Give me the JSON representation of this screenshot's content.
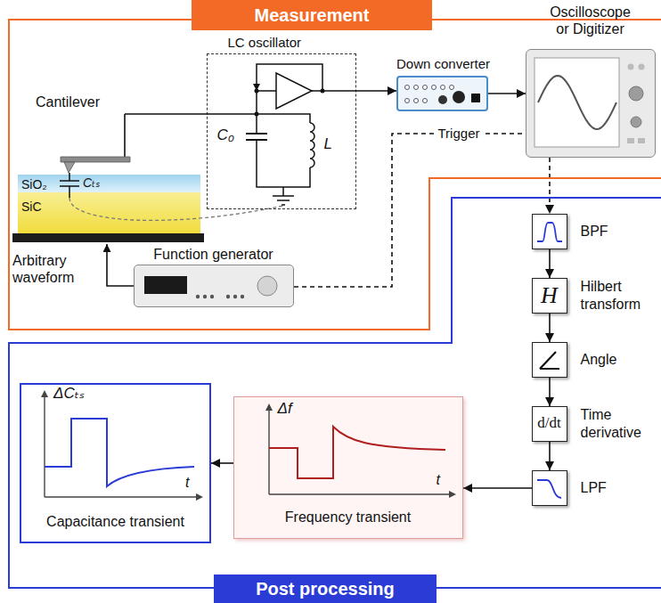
{
  "diagram": {
    "nodes": [
      {
        "text": [
          "Measurement"
        ]
      },
      {
        "text": [
          "LC oscillator",
          "C₀",
          "L"
        ],
        "in": 0
      },
      {
        "text": [
          "Down converter"
        ],
        "in": 0
      },
      {
        "text": [
          "Oscilloscope or Digitizer"
        ],
        "in": 0
      },
      {
        "text": [
          "Function generator"
        ],
        "in": 0
      },
      {
        "text": [
          "Post processing"
        ]
      },
      {
        "text": [
          "BPF"
        ],
        "in": 5
      },
      {
        "text": [
          "H",
          "Hilbert transform"
        ],
        "in": 5
      },
      {
        "text": [
          "Angle"
        ],
        "in": 5
      },
      {
        "text": [
          "d/dt",
          "Time derivative"
        ],
        "in": 5
      },
      {
        "text": [
          "LPF"
        ],
        "in": 5
      },
      {
        "text": [
          "Δf",
          "t",
          "Frequency transient"
        ],
        "in": 5
      },
      {
        "text": [
          "ΔCₜₛ",
          "t",
          "Capacitance transient"
        ],
        "in": 5
      }
    ],
    "edges": [
      {
        "from": 1,
        "to": 2,
        "arrow": "to"
      },
      {
        "from": 2,
        "to": 3,
        "arrow": "to"
      },
      {
        "from": 4,
        "to": 3,
        "label": "Trigger",
        "arrow": "none"
      },
      {
        "from": 3,
        "to": 6,
        "arrow": "to"
      },
      {
        "from": 6,
        "to": 7,
        "arrow": "to"
      },
      {
        "from": 7,
        "to": 8,
        "arrow": "to"
      },
      {
        "from": 8,
        "to": 9,
        "arrow": "to"
      },
      {
        "from": 9,
        "to": 10,
        "arrow": "to"
      },
      {
        "from": 10,
        "to": 11,
        "arrow": "to"
      },
      {
        "from": 11,
        "to": 12,
        "arrow": "to"
      }
    ],
    "labels": [
      "Cantilever",
      "SiO₂",
      "SiC",
      "Cₜₛ",
      "Arbitrary waveform"
    ]
  }
}
